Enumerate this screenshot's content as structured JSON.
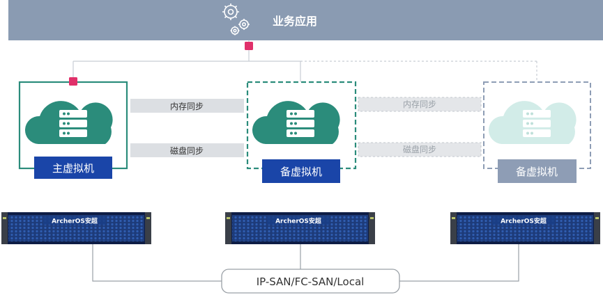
{
  "top_bar": {
    "title": "业务应用",
    "icon": "gears-icon",
    "color": "#8a9bb2"
  },
  "vms": [
    {
      "label": "主虚拟机",
      "role": "primary",
      "state": "active"
    },
    {
      "label": "备虚拟机",
      "role": "standby",
      "state": "active"
    },
    {
      "label": "备虚拟机",
      "role": "standby",
      "state": "faded"
    }
  ],
  "sync_links": [
    {
      "label": "内存同步"
    },
    {
      "label": "磁盘同步"
    },
    {
      "label": "内存同步"
    },
    {
      "label": "磁盘同步"
    }
  ],
  "storage_brand": "ArcherOS安超",
  "storage_network": "IP-SAN/FC-SAN/Local",
  "colors": {
    "teal": "#2b8c7b",
    "label_blue": "#1a45a8",
    "faded_label": "#8e9db5",
    "marker": "#e0306a",
    "sync_bg": "#dcdfe3"
  }
}
